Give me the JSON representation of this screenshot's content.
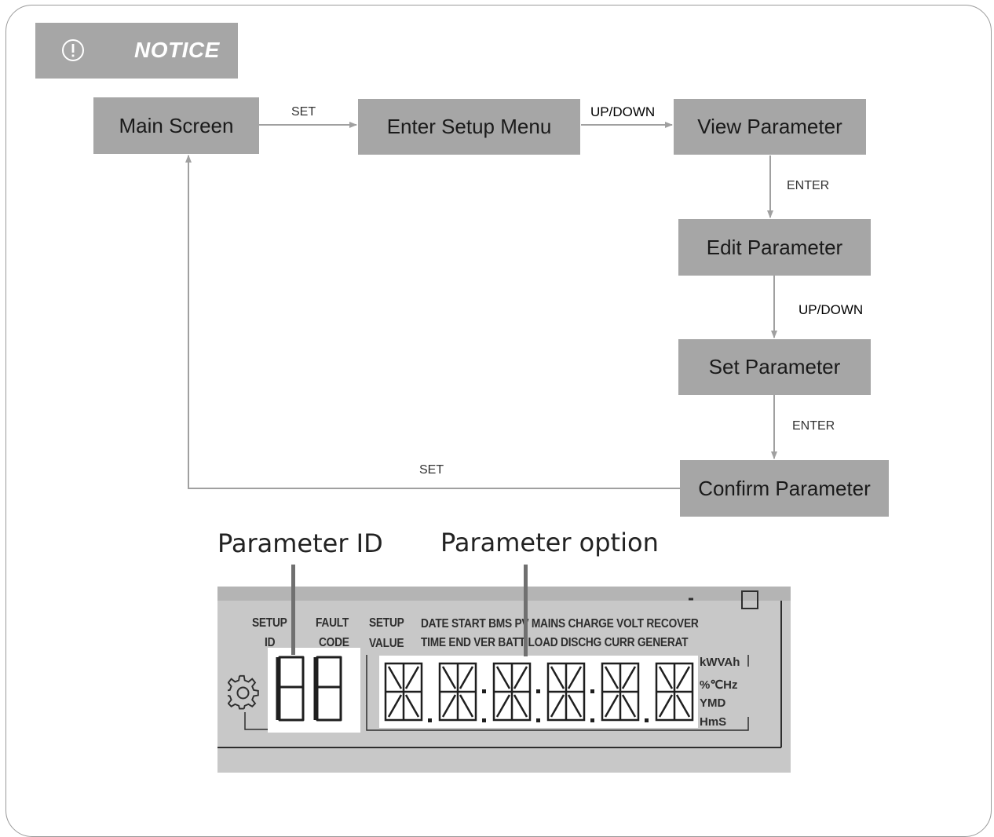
{
  "notice": {
    "icon": "info-circle-icon",
    "label": "NOTICE"
  },
  "flow": {
    "nodes": {
      "main_screen": "Main Screen",
      "enter_setup_menu": "Enter Setup Menu",
      "view_parameter": "View Parameter",
      "edit_parameter": "Edit Parameter",
      "set_parameter": "Set Parameter",
      "confirm_parameter": "Confirm Parameter"
    },
    "edges": {
      "main_to_setup": "SET",
      "setup_to_view": "UP/DOWN",
      "view_to_edit": "ENTER",
      "edit_to_set": "UP/DOWN",
      "set_to_confirm": "ENTER",
      "confirm_to_main": "SET"
    }
  },
  "display": {
    "parameter_id_caption": "Parameter ID",
    "parameter_option_caption": "Parameter option",
    "labels": {
      "setup_id_1": "SETUP",
      "setup_id_2": "ID",
      "fault_code_1": "FAULT",
      "fault_code_2": "CODE",
      "setup_value_1": "SETUP",
      "setup_value_2": "VALUE",
      "row1": "DATE START BMS PV MAINS CHARGE VOLT RECOVER",
      "row2": "TIME END VER BATT LOAD DISCHG CURR GENERAT",
      "unit_1": "kWVAh",
      "unit_2": "%℃Hz",
      "unit_3": "YMD",
      "unit_4": "HmS"
    },
    "icon": "gear-icon",
    "colors": {
      "lcd_background": "#c8c8c8",
      "box_fill": "#a6a6a6"
    }
  }
}
